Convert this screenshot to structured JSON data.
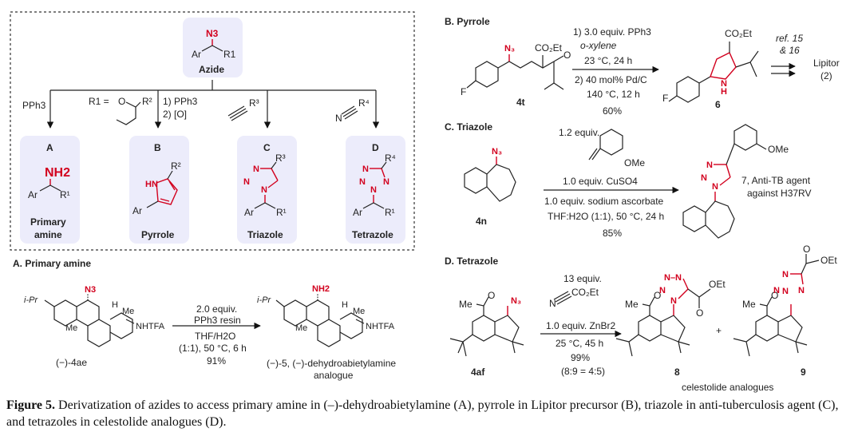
{
  "overview": {
    "azide": {
      "group": "N3",
      "left": "Ar",
      "right": "R1",
      "label": "Azide"
    },
    "branches": [
      {
        "reagent": "PPh3",
        "letter": "A",
        "product_label_1": "Primary",
        "product_label_2": "amine",
        "group": "NH2"
      },
      {
        "reagent_1": "1) PPh3",
        "reagent_2": "2) [O]",
        "r1_def": "R1 =",
        "letter": "B",
        "product_label": "Pyrrole",
        "group": "HN"
      },
      {
        "reagent": "R3",
        "letter": "C",
        "product_label": "Triazole"
      },
      {
        "reagent": "R4",
        "letter": "D",
        "product_label": "Tetrazole"
      }
    ]
  },
  "panels": {
    "A": {
      "title": "A. Primary amine",
      "substrate": "(−)-4ae",
      "conditions": [
        "2.0 equiv.",
        "PPh3 resin",
        "THF/H2O",
        "(1:1), 50 °C, 6 h",
        "91%"
      ],
      "product_line1": "(−)-5, (−)-dehydroabietylamine",
      "product_line2": "analogue",
      "labels": {
        "ipr": "i-Pr",
        "me": "Me",
        "h": "H",
        "nhtfa": "NHTFA",
        "n3": "N3",
        "nh2": "NH2"
      }
    },
    "B": {
      "title": "B. Pyrrole",
      "substrate": "4t",
      "conditions_top": [
        "1) 3.0 equiv. PPh3",
        "o-xylene",
        "23 °C, 24 h"
      ],
      "conditions_bottom": [
        "2) 40 mol% Pd/C",
        "140 °C, 12 h",
        "60%"
      ],
      "product": "6",
      "ref": [
        "ref. 15",
        "& 16"
      ],
      "target": [
        "Lipitor",
        "(2)"
      ]
    },
    "C": {
      "title": "C. Triazole",
      "substrate": "4n",
      "reagent_equiv": "1.2 equiv.",
      "conditions": [
        "1.0 equiv. CuSO4",
        "1.0 equiv. sodium ascorbate",
        "THF:H2O (1:1), 50 °C, 24 h",
        "85%"
      ],
      "product": "7, Anti-TB agent",
      "product_sub": "against H37RV"
    },
    "D": {
      "title": "D. Tetrazole",
      "substrate": "4af",
      "conditions": [
        "13 equiv.",
        "1.0 equiv. ZnBr2",
        "25 °C, 45 h",
        "99%",
        "(8:9 = 4:5)"
      ],
      "products": [
        "8",
        "9"
      ],
      "plus": "+",
      "products_label": "celestolide analogues"
    }
  },
  "caption": {
    "label": "Figure 5.",
    "text": "Derivatization of azides to access primary amine in (–)-dehydroabietylamine (A), pyrrole in Lipitor precursor (B), triazole in anti-tuberculosis agent (C), and tetrazoles in celestolide analogues (D)."
  }
}
